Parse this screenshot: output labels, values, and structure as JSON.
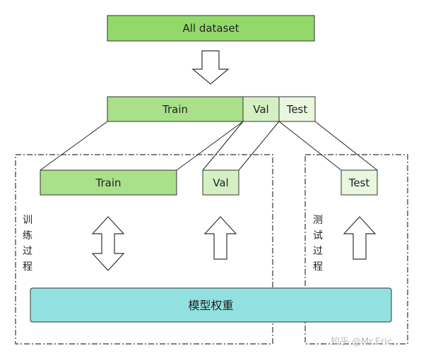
{
  "labels": {
    "all_dataset": "All dataset",
    "top_train": "Train",
    "top_val": "Val",
    "top_test": "Test",
    "train": "Train",
    "val": "Val",
    "test": "Test",
    "model_weights": "模型权重",
    "training_process": "训\n练\n过\n程",
    "testing_process": "测\n试\n过\n程"
  },
  "watermark": "知乎 @Mr.Eric",
  "colors": {
    "green_dark": "#92d96a",
    "green_mid": "#a9e08a",
    "green_light": "#d4f0c2",
    "green_pale": "#e9f7df",
    "teal": "#93e0e0",
    "border": "#333333"
  }
}
